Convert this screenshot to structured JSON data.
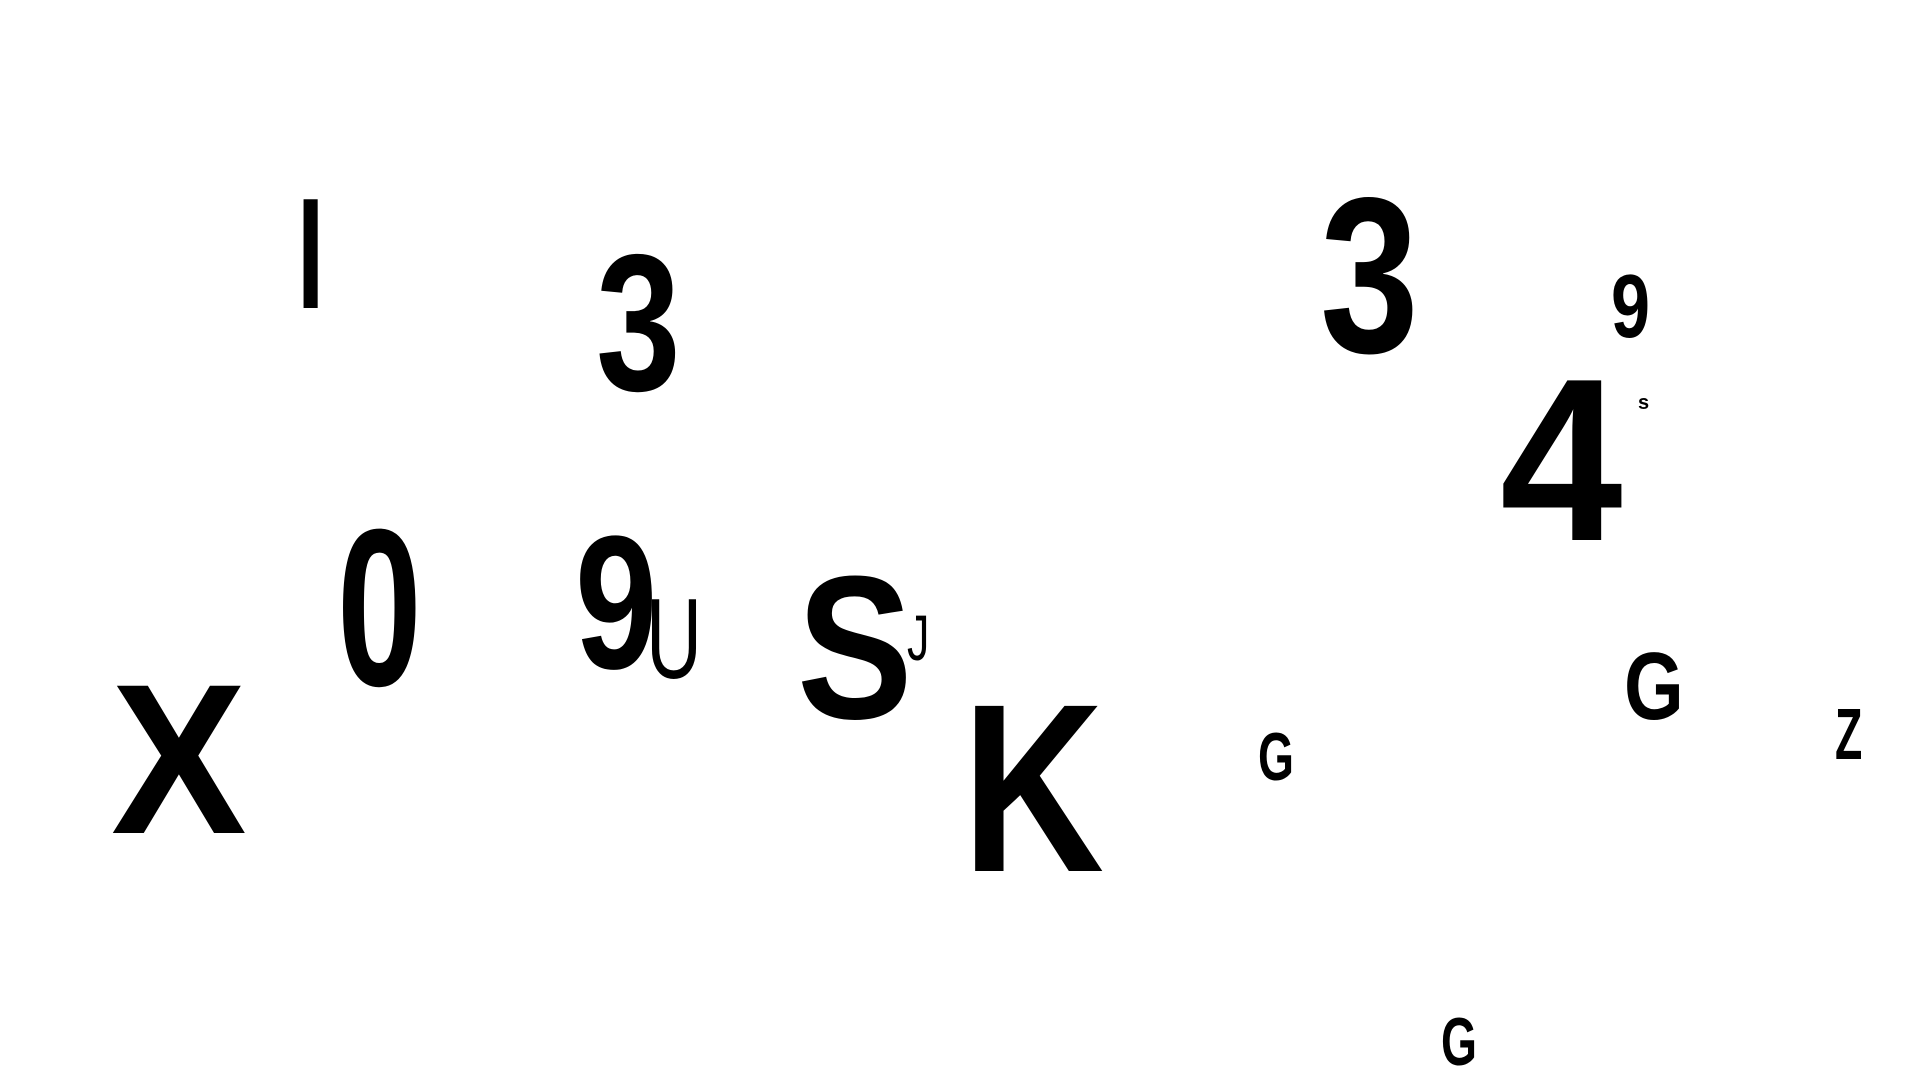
{
  "glyphs": [
    {
      "char": "I"
    },
    {
      "char": "3"
    },
    {
      "char": "3"
    },
    {
      "char": "9"
    },
    {
      "char": "4"
    },
    {
      "char": "s"
    },
    {
      "char": "0"
    },
    {
      "char": "9"
    },
    {
      "char": "U"
    },
    {
      "char": "S"
    },
    {
      "char": "J"
    },
    {
      "char": "X"
    },
    {
      "char": "K"
    },
    {
      "char": "G"
    },
    {
      "char": "Z"
    },
    {
      "char": "G"
    },
    {
      "char": "G"
    }
  ],
  "colors": {
    "background": "#ffffff",
    "text": "#000000"
  }
}
